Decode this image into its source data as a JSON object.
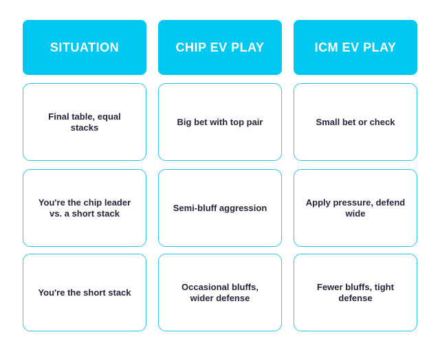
{
  "headers": [
    "SITUATION",
    "CHIP EV PLAY",
    "ICM EV PLAY"
  ],
  "rows": [
    [
      "Final table, equal stacks",
      "Big bet with top pair",
      "Small bet or check"
    ],
    [
      "You're the chip leader vs. a short stack",
      "Semi-bluff aggression",
      "Apply pressure, defend wide"
    ],
    [
      "You're the short stack",
      "Occasional bluffs, wider defense",
      "Fewer bluffs, tight defense"
    ]
  ],
  "colors": {
    "header_bg": "#00c8f0",
    "header_text": "#ffffff",
    "cell_border": "#27c6ee",
    "cell_text": "#25253d"
  }
}
